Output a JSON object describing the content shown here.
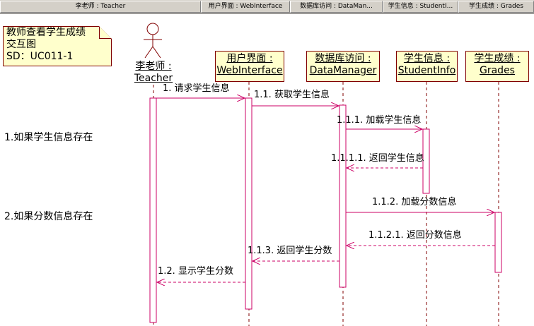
{
  "header": {
    "cells": [
      "李老师 : Teacher",
      "用户界面 : WebInterface",
      "数据库访问 : DataMan...",
      "学生信息 : StudentI...",
      "学生成绩 : Grades"
    ]
  },
  "note": {
    "line1": "教师查看学生成绩",
    "line2": "交互图",
    "line3": "SD：UC011-1"
  },
  "actor": {
    "line1": "李老师 :",
    "line2": "Teacher"
  },
  "lifelines": [
    {
      "line1": "用户界面 :",
      "line2": "WebInterface"
    },
    {
      "line1": "数据库访问 :",
      "line2": "DataManager"
    },
    {
      "line1": "学生信息 :",
      "line2": "StudentInfo"
    },
    {
      "line1": "学生成绩 :",
      "line2": "Grades"
    }
  ],
  "messages": [
    "1. 请求学生信息",
    "1.1. 获取学生信息",
    "1.1.1. 加载学生信息",
    "1.1.1.1. 返回学生信息",
    "1.1.2. 加载分数信息",
    "1.1.2.1. 返回分数信息",
    "1.1.3. 返回学生分数",
    "1.2. 显示学生分数"
  ],
  "conditions": [
    "1.如果学生信息存在",
    "2.如果分数信息存在"
  ],
  "colors": {
    "line": "#800000",
    "message": "#cc0066",
    "box_fill": "#ffffcc"
  }
}
